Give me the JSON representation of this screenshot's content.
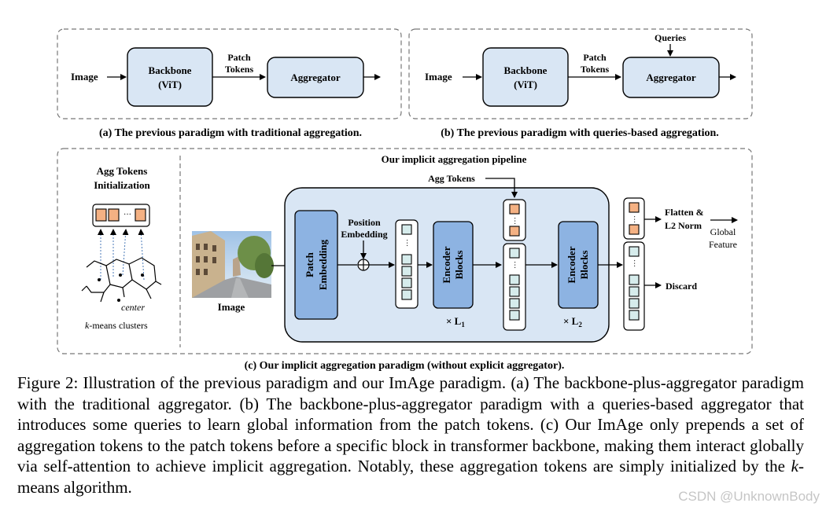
{
  "panel_a": {
    "input": "Image",
    "backbone": [
      "Backbone",
      "(ViT)"
    ],
    "edge": [
      "Patch",
      "Tokens"
    ],
    "aggregator": "Aggregator",
    "caption": "(a) The previous paradigm with traditional aggregation."
  },
  "panel_b": {
    "input": "Image",
    "backbone": [
      "Backbone",
      "(ViT)"
    ],
    "edge": [
      "Patch",
      "Tokens"
    ],
    "queries": "Queries",
    "aggregator": "Aggregator",
    "caption": "(b) The previous paradigm with queries-based aggregation."
  },
  "panel_c": {
    "init_title": [
      "Agg Tokens",
      "Initialization"
    ],
    "center_label": "center",
    "kmeans_k": "k",
    "kmeans_rest": "-means clusters",
    "pipeline_title": "Our implicit aggregation pipeline",
    "agg_tokens": "Agg Tokens",
    "image_label": "Image",
    "patch_embedding": [
      "Patch",
      "Embedding"
    ],
    "position_embedding": [
      "Position",
      "Embedding"
    ],
    "encoder1": [
      "Encoder",
      "Blocks"
    ],
    "encoder2": [
      "Encoder",
      "Blocks"
    ],
    "l1": "× L",
    "l1_sub": "1",
    "l2": "× L",
    "l2_sub": "2",
    "flatten": [
      "Flatten &",
      "L2 Norm"
    ],
    "global_feature": [
      "Global",
      "Feature"
    ],
    "discard": "Discard",
    "caption": "(c) Our implicit aggregation paradigm (without explicit aggregator)."
  },
  "figure_caption": {
    "prefix": "Figure 2: Illustration of the previous paradigm and our ImAge paradigm. (a) The backbone-plus-aggregator paradigm with the traditional aggregator. (b) The backbone-plus-aggregator paradigm with a queries-based aggregator that introduces some queries to learn global information from the patch tokens. (c) Our ImAge only prepends a set of aggregation tokens to the patch tokens before a specific block in transformer backbone, making them interact globally via self-attention to achieve implicit aggregation. Notably, these aggregation tokens are simply initialized by the ",
    "k": "k",
    "suffix": "-means algorithm."
  },
  "watermark": "CSDN @UnknownBody",
  "colors": {
    "box_fill": "#d9e6f4",
    "encoder_fill": "#8db3e2",
    "agg_token": "#f4b183",
    "patch_token": "#d6ecec"
  }
}
